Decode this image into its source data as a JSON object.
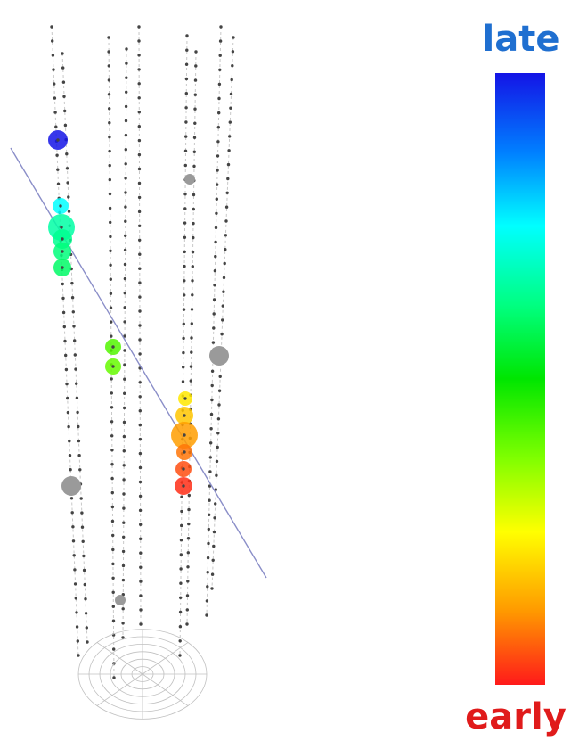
{
  "colorbar": {
    "top_label": "late",
    "bottom_label": "early",
    "top_label_color": "#1f6fd0",
    "bottom_label_color": "#e01b1b",
    "gradient_colors": [
      "#1414e6",
      "#0080ff",
      "#00ffff",
      "#00ff80",
      "#00e600",
      "#80ff00",
      "#ffff00",
      "#ff9900",
      "#ff1a1a"
    ]
  },
  "colors": {
    "string_line": "#c8c8c8",
    "module_dot": "#444444",
    "track_line": "#8a8ec8",
    "grid_line": "#c0c0c0",
    "noise_hit": "#9a9a9a"
  },
  "hits": [
    {
      "time": 1.0
    },
    {
      "time": 0.75
    },
    {
      "time": 0.66
    },
    {
      "time": 0.64
    },
    {
      "time": 0.62
    },
    {
      "time": 0.6
    },
    {
      "time": 0.42
    },
    {
      "time": 0.4
    },
    {
      "time": 0.22
    },
    {
      "time": 0.18
    },
    {
      "time": 0.13
    },
    {
      "time": 0.09
    },
    {
      "time": 0.05
    },
    {
      "time": 0.02
    }
  ]
}
